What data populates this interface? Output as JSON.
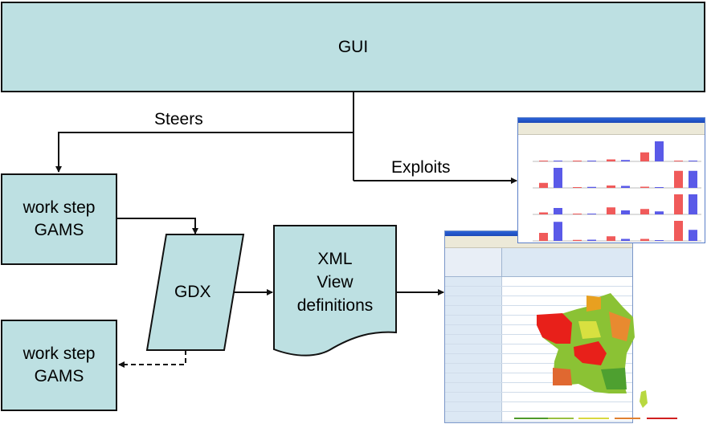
{
  "diagram": {
    "gui_box": {
      "label": "GUI"
    },
    "workstep_top": {
      "line1": "work step",
      "line2": "GAMS"
    },
    "workstep_bottom": {
      "line1": "work step",
      "line2": "GAMS"
    },
    "gdx": {
      "label": "GDX"
    },
    "xml": {
      "line1": "XML",
      "line2": "View",
      "line3": "definitions"
    },
    "edges": {
      "steers": "Steers",
      "exploits": "Exploits"
    }
  },
  "colors": {
    "node_fill": "#bde0e2",
    "stroke": "#111111",
    "bar_red": "#f05a5a",
    "bar_blue": "#5a5ae8",
    "map_red": "#e8201a",
    "map_green": "#5aa82a",
    "map_yellow": "#e8d820"
  },
  "chart_thumbnail": {
    "panels": [
      {
        "red": [
          0.03,
          0.03,
          0.1,
          0.45,
          0.03
        ],
        "blue": [
          0.03,
          0.03,
          0.07,
          1.0,
          0.03
        ]
      },
      {
        "red": [
          0.25,
          0.04,
          0.12,
          0.06,
          0.85
        ],
        "blue": [
          1.0,
          0.05,
          0.1,
          0.02,
          0.85
        ]
      },
      {
        "red": [
          0.1,
          0.03,
          0.35,
          0.27,
          1.0
        ],
        "blue": [
          0.32,
          0.03,
          0.2,
          0.15,
          1.0
        ]
      },
      {
        "red": [
          0.4,
          0.05,
          0.23,
          0.1,
          1.0
        ],
        "blue": [
          0.95,
          0.06,
          0.1,
          0.02,
          0.55
        ]
      }
    ]
  }
}
